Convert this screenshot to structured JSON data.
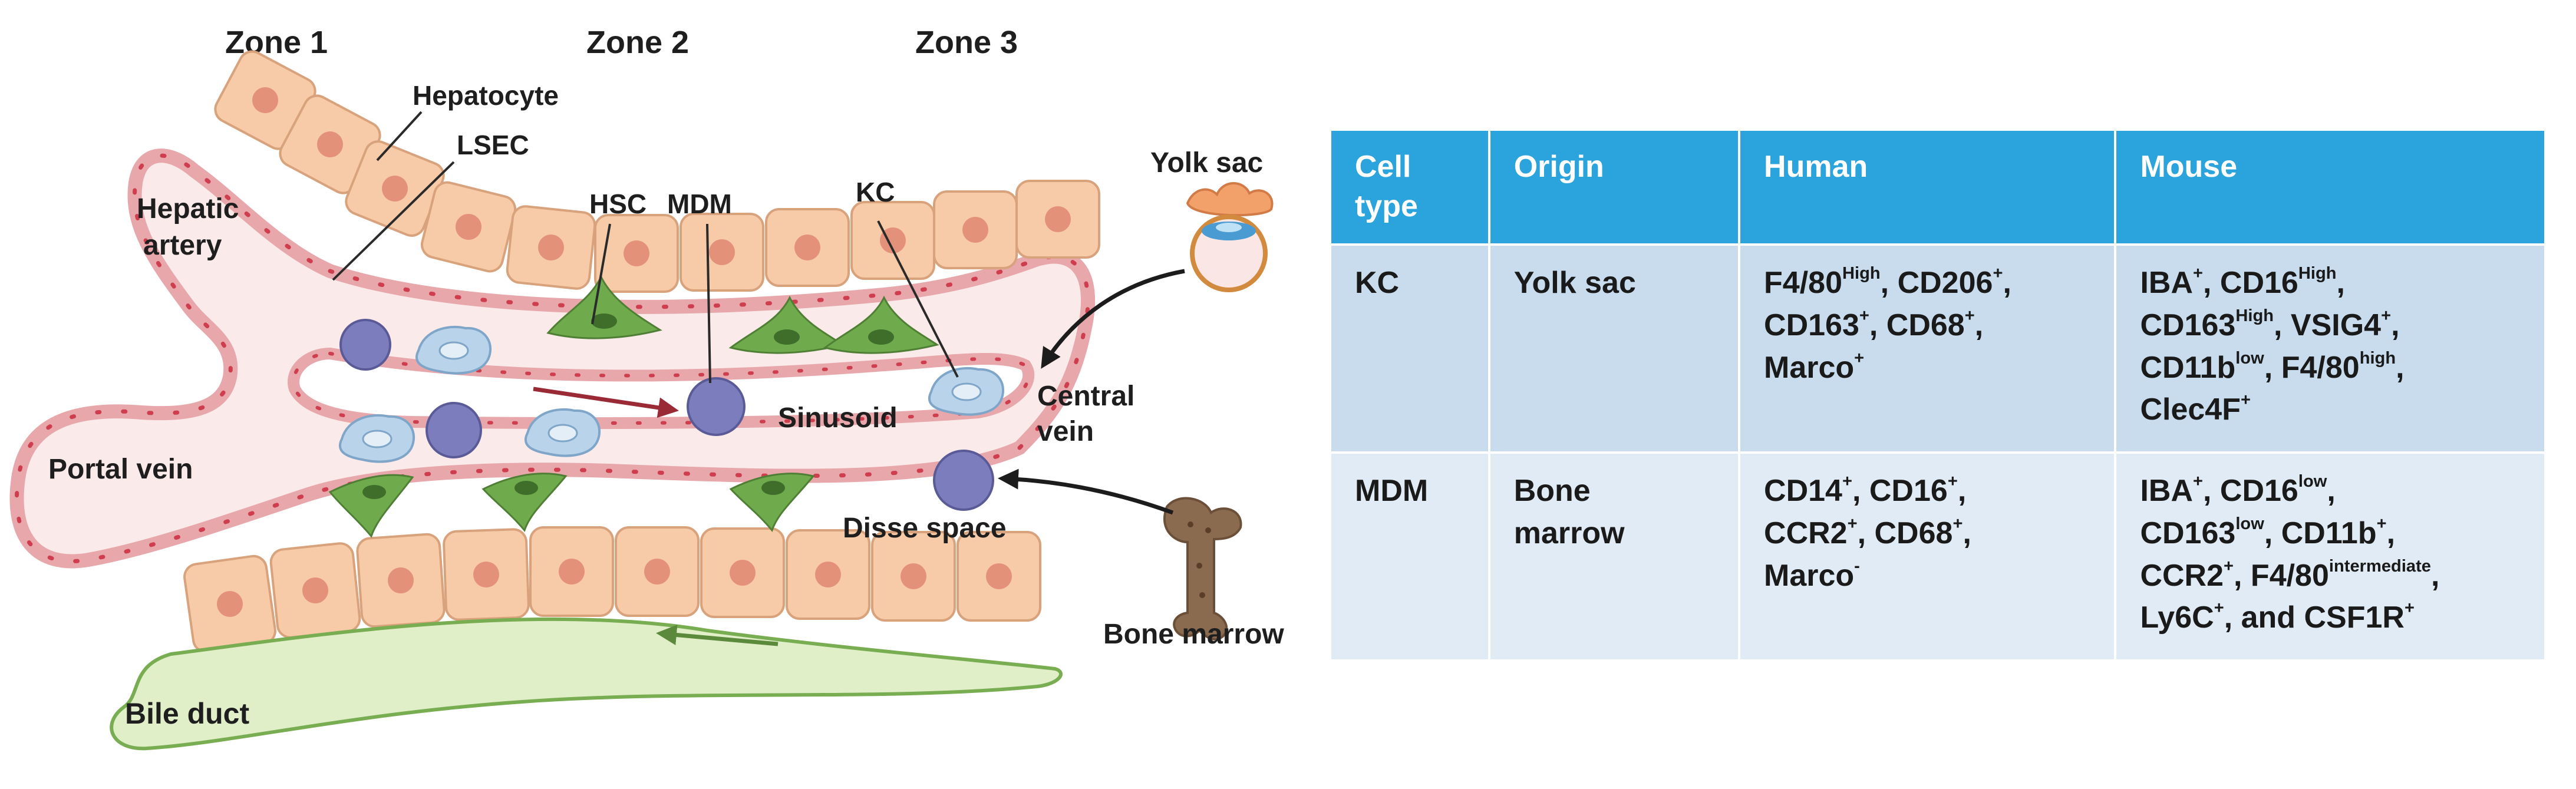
{
  "diagram": {
    "zones": [
      "Zone 1",
      "Zone 2",
      "Zone 3"
    ],
    "labels": {
      "hepatocyte": "Hepatocyte",
      "lsec": "LSEC",
      "hepatic_artery": [
        "Hepatic",
        "artery"
      ],
      "hsc": "HSC",
      "mdm": "MDM",
      "kc": "KC",
      "yolk_sac": "Yolk sac",
      "sinusoid": "Sinusoid",
      "central_vein": [
        "Central",
        "vein"
      ],
      "portal_vein": "Portal vein",
      "disse_space": "Disse space",
      "bone_marrow": "Bone marrow",
      "bile_duct": "Bile duct"
    },
    "colors": {
      "hepatocyte": "#f8cba8",
      "hepatocyte_nucleus": "#e4917a",
      "vessel": "#f2b6b6",
      "vessel_dots": "#cf3e4e",
      "hsc": "#5e9c42",
      "kc": "#a9c9e3",
      "mdm": "#7a7bb8",
      "bile_duct": "#e1efc9",
      "bile_duct_outline": "#78ad52",
      "bone": "#8b6b50"
    }
  },
  "table": {
    "headers": [
      {
        "parts": [
          {
            "t": "Cell"
          },
          {
            "br": true
          },
          {
            "t": "type"
          }
        ]
      },
      {
        "parts": [
          {
            "t": "Origin"
          }
        ]
      },
      {
        "parts": [
          {
            "t": "Human"
          }
        ]
      },
      {
        "parts": [
          {
            "t": "Mouse"
          }
        ]
      }
    ],
    "rows": [
      {
        "cells": [
          {
            "parts": [
              {
                "t": "KC"
              }
            ]
          },
          {
            "parts": [
              {
                "t": "Yolk sac"
              }
            ]
          },
          {
            "parts": [
              {
                "t": "F4/80"
              },
              {
                "sup": "High"
              },
              {
                "t": ", CD206"
              },
              {
                "sup": "+"
              },
              {
                "t": ","
              },
              {
                "br": true
              },
              {
                "t": "CD163"
              },
              {
                "sup": "+"
              },
              {
                "t": ", CD68"
              },
              {
                "sup": "+"
              },
              {
                "t": ","
              },
              {
                "br": true
              },
              {
                "t": "Marco"
              },
              {
                "sup": "+"
              }
            ]
          },
          {
            "parts": [
              {
                "t": "IBA"
              },
              {
                "sup": "+"
              },
              {
                "t": ", CD16"
              },
              {
                "sup": "High"
              },
              {
                "t": ","
              },
              {
                "br": true
              },
              {
                "t": "CD163"
              },
              {
                "sup": "High"
              },
              {
                "t": ", VSIG4"
              },
              {
                "sup": "+"
              },
              {
                "t": ","
              },
              {
                "br": true
              },
              {
                "t": "CD11b"
              },
              {
                "sup": "low"
              },
              {
                "t": ", F4/80"
              },
              {
                "sup": "high"
              },
              {
                "t": ","
              },
              {
                "br": true
              },
              {
                "t": "Clec4F"
              },
              {
                "sup": "+"
              }
            ]
          }
        ]
      },
      {
        "cells": [
          {
            "parts": [
              {
                "t": "MDM"
              }
            ]
          },
          {
            "parts": [
              {
                "t": "Bone"
              },
              {
                "br": true
              },
              {
                "t": "marrow"
              }
            ]
          },
          {
            "parts": [
              {
                "t": "CD14"
              },
              {
                "sup": "+"
              },
              {
                "t": ", CD16"
              },
              {
                "sup": "+"
              },
              {
                "t": ","
              },
              {
                "br": true
              },
              {
                "t": "CCR2"
              },
              {
                "sup": "+"
              },
              {
                "t": ", CD68"
              },
              {
                "sup": "+"
              },
              {
                "t": ","
              },
              {
                "br": true
              },
              {
                "t": "Marco"
              },
              {
                "sup": "-"
              }
            ]
          },
          {
            "parts": [
              {
                "t": "IBA"
              },
              {
                "sup": "+"
              },
              {
                "t": ", CD16"
              },
              {
                "sup": "low"
              },
              {
                "t": ","
              },
              {
                "br": true
              },
              {
                "t": "CD163"
              },
              {
                "sup": "low"
              },
              {
                "t": ", CD11b"
              },
              {
                "sup": "+"
              },
              {
                "t": ","
              },
              {
                "br": true
              },
              {
                "t": "CCR2"
              },
              {
                "sup": "+"
              },
              {
                "t": ", F4/80"
              },
              {
                "sup": "intermediate"
              },
              {
                "t": ","
              },
              {
                "br": true
              },
              {
                "t": "Ly6C"
              },
              {
                "sup": "+"
              },
              {
                "t": ", and CSF1R"
              },
              {
                "sup": "+"
              }
            ]
          }
        ]
      }
    ]
  }
}
